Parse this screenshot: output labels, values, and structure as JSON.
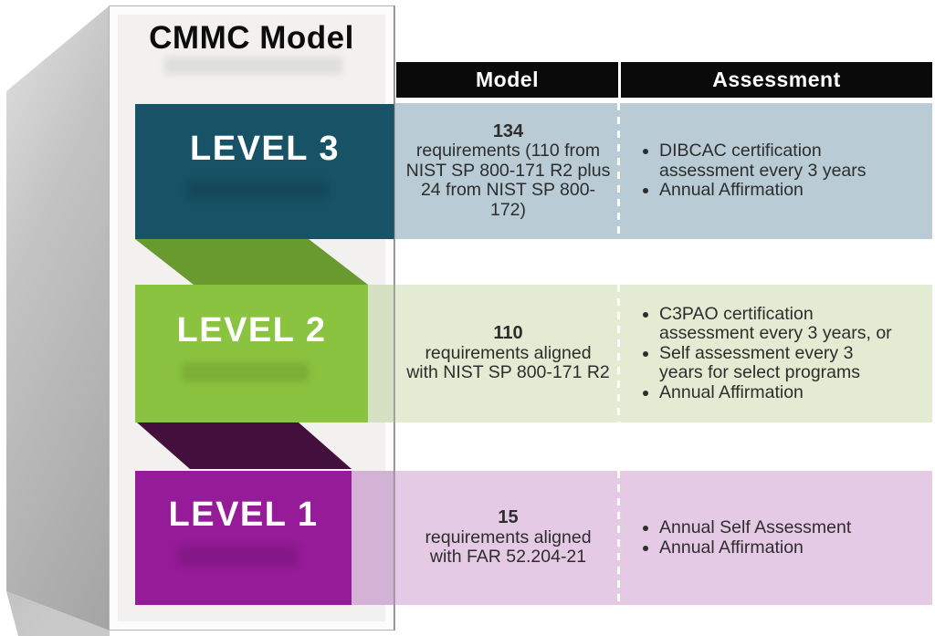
{
  "title": "CMMC Model",
  "columns": {
    "model": "Model",
    "assessment": "Assessment"
  },
  "levels": [
    {
      "name": "LEVEL 3",
      "model_number": "134",
      "model_lines": [
        "requirements (110 from",
        "NIST SP 800-171 R2 plus",
        "24 from NIST SP 800-",
        "172)"
      ],
      "assessment": [
        {
          "lines": [
            "DIBCAC certification",
            "assessment every 3 years"
          ]
        },
        {
          "lines": [
            "Annual Affirmation"
          ]
        }
      ],
      "colors": {
        "box": "#175266",
        "row": "#b9ccd5"
      }
    },
    {
      "name": "LEVEL 2",
      "model_number": "110",
      "model_lines": [
        "requirements aligned",
        "with NIST SP 800-171 R2"
      ],
      "assessment": [
        {
          "lines": [
            "C3PAO certification",
            "assessment every 3 years, or"
          ]
        },
        {
          "lines": [
            "Self assessment every 3",
            "years for select programs"
          ]
        },
        {
          "lines": [
            "Annual Affirmation"
          ]
        }
      ],
      "colors": {
        "box": "#8ac33f",
        "connector": "#699a30",
        "row": "#e3ecd2"
      }
    },
    {
      "name": "LEVEL 1",
      "model_number": "15",
      "model_lines": [
        "requirements aligned",
        "with FAR 52.204-21"
      ],
      "assessment": [
        {
          "lines": [
            "Annual Self Assessment"
          ]
        },
        {
          "lines": [
            "Annual Affirmation"
          ]
        }
      ],
      "colors": {
        "box": "#951b98",
        "connector": "#43103d",
        "row": "#e5cae6"
      }
    }
  ]
}
